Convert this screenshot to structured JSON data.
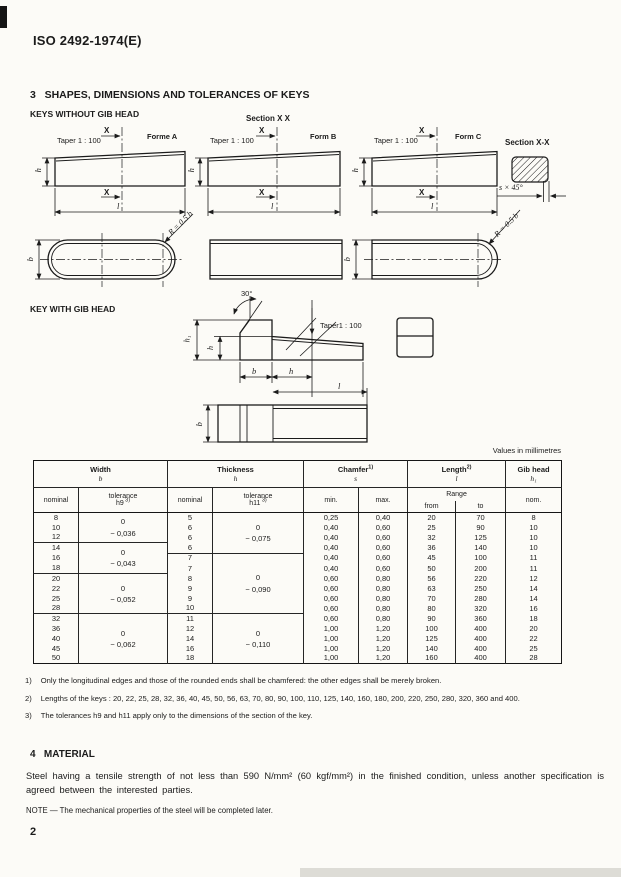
{
  "page": {
    "doc_ref": "ISO 2492-1974(E)",
    "page_number": "2"
  },
  "headings": {
    "section3": "3   SHAPES, DIMENSIONS AND TOLERANCES OF KEYS",
    "keys_without_gib_head": "KEYS WITHOUT GIB HEAD",
    "section_xx_plain": "Section X X",
    "key_with_gib_head": "KEY WITH GIB HEAD",
    "section4": "4   MATERIAL"
  },
  "drawings": {
    "taper": "Taper 1 : 100",
    "taper_gib": "Taper1 : 100",
    "form_a": "Forme A",
    "form_b": "Form B",
    "form_c": "Form C",
    "section_xx": "Section X-X",
    "chamfer": "s × 45°",
    "radius": "R = 0.5 b",
    "angle": "30°",
    "dims": {
      "h": "h",
      "l": "l",
      "b": "b",
      "h1": "h₁",
      "x": "X"
    }
  },
  "table": {
    "values_note": "Values in millimetres",
    "header": {
      "width": {
        "title": "Width",
        "sym": "b"
      },
      "thickness": {
        "title": "Thickness",
        "sym": "h"
      },
      "chamfer": {
        "title": "Chamfer",
        "ref": "1)",
        "sym": "s"
      },
      "length": {
        "title": "Length",
        "ref": "2)",
        "sym": "l"
      },
      "gib": {
        "title": "Gib head",
        "sym": "h₁"
      },
      "sub": {
        "nominal": "nominal",
        "tolerance": "tolerance",
        "h9": "h9",
        "h11": "h11",
        "ref": "3)",
        "min": "min.",
        "max": "max.",
        "range": "Range",
        "from": "from",
        "to": "to",
        "nom": "nom."
      }
    },
    "rows": [
      {
        "b": "8",
        "h": "5",
        "min": "0,25",
        "max": "0,40",
        "from": "20",
        "to": "70",
        "gib": "8",
        "b_tol": {
          "span": 3,
          "lines": [
            "0",
            "− 0,036"
          ]
        },
        "h_tol": {
          "span": 4,
          "lines": [
            "0",
            "− 0,075"
          ]
        }
      },
      {
        "b": "10",
        "h": "6",
        "min": "0,40",
        "max": "0,60",
        "from": "25",
        "to": "90",
        "gib": "10"
      },
      {
        "b": "12",
        "h": "6",
        "min": "0,40",
        "max": "0,60",
        "from": "32",
        "to": "125",
        "gib": "10"
      },
      {
        "b": "14",
        "h": "6",
        "min": "0,40",
        "max": "0,60",
        "from": "36",
        "to": "140",
        "gib": "10",
        "b_tol": {
          "span": 3,
          "lines": [
            "0",
            "− 0,043"
          ]
        }
      },
      {
        "b": "16",
        "h": "7",
        "min": "0,40",
        "max": "0,60",
        "from": "45",
        "to": "100",
        "gib": "11",
        "h_tol": {
          "span": 6,
          "lines": [
            "0",
            "− 0,090"
          ]
        }
      },
      {
        "b": "18",
        "h": "7",
        "min": "0,40",
        "max": "0,60",
        "from": "50",
        "to": "200",
        "gib": "11"
      },
      {
        "b": "20",
        "h": "8",
        "min": "0,60",
        "max": "0,80",
        "from": "56",
        "to": "220",
        "gib": "12",
        "b_tol": {
          "span": 4,
          "lines": [
            "0",
            "− 0,052"
          ]
        }
      },
      {
        "b": "22",
        "h": "9",
        "min": "0,60",
        "max": "0,80",
        "from": "63",
        "to": "250",
        "gib": "14"
      },
      {
        "b": "25",
        "h": "9",
        "min": "0,60",
        "max": "0,80",
        "from": "70",
        "to": "280",
        "gib": "14"
      },
      {
        "b": "28",
        "h": "10",
        "min": "0,60",
        "max": "0,80",
        "from": "80",
        "to": "320",
        "gib": "16"
      },
      {
        "b": "32",
        "h": "11",
        "min": "0,60",
        "max": "0,80",
        "from": "90",
        "to": "360",
        "gib": "18",
        "b_tol": {
          "span": 5,
          "lines": [
            "0",
            "− 0,062"
          ]
        },
        "h_tol": {
          "span": 5,
          "lines": [
            "0",
            "− 0,110"
          ]
        }
      },
      {
        "b": "36",
        "h": "12",
        "min": "1,00",
        "max": "1,20",
        "from": "100",
        "to": "400",
        "gib": "20"
      },
      {
        "b": "40",
        "h": "14",
        "min": "1,00",
        "max": "1,20",
        "from": "125",
        "to": "400",
        "gib": "22"
      },
      {
        "b": "45",
        "h": "16",
        "min": "1,00",
        "max": "1,20",
        "from": "140",
        "to": "400",
        "gib": "25"
      },
      {
        "b": "50",
        "h": "18",
        "min": "1,00",
        "max": "1,20",
        "from": "160",
        "to": "400",
        "gib": "28"
      }
    ]
  },
  "footnotes": [
    {
      "ref": "1)",
      "text": "Only the longitudinal edges and those of the rounded ends shall be chamfered: the other edges shall be merely broken."
    },
    {
      "ref": "2)",
      "text": "Lengths of the keys : 20, 22, 25, 28, 32, 36, 40, 45, 50, 56, 63, 70, 80, 90, 100, 110, 125, 140, 160, 180, 200, 220, 250, 280, 320, 360 and 400."
    },
    {
      "ref": "3)",
      "text": "The tolerances h9 and h11 apply only to the dimensions of the section of the key."
    }
  ],
  "material": {
    "body": "Steel having a tensile strength of not less than 590 N/mm² (60 kgf/mm²) in the finished condition, unless another specification is agreed between the interested parties.",
    "note": "NOTE — The mechanical properties of the steel will be completed later."
  }
}
